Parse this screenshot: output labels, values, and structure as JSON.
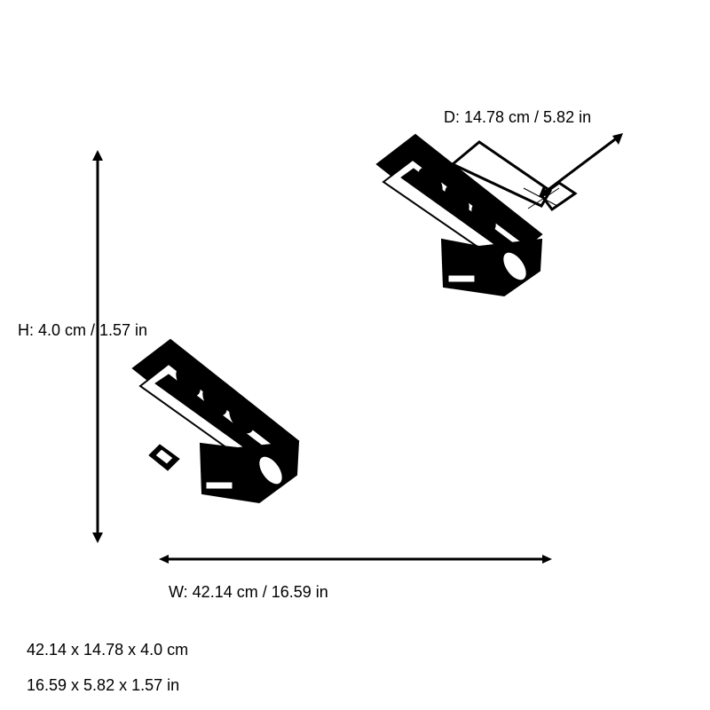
{
  "dimensions": {
    "depth_label": "D: 14.78 cm / 5.82 in",
    "height_label": "H: 4.0 cm / 1.57 in",
    "width_label": "W: 42.14 cm / 16.59 in",
    "summary_cm": "42.14 x 14.78 x 4.0 cm",
    "summary_in": "16.59 x 5.82 x 1.57 in"
  },
  "colors": {
    "line": "#000000",
    "background": "#ffffff"
  },
  "views": [
    {
      "name": "top-right-model-view"
    },
    {
      "name": "bottom-left-model-view"
    }
  ]
}
